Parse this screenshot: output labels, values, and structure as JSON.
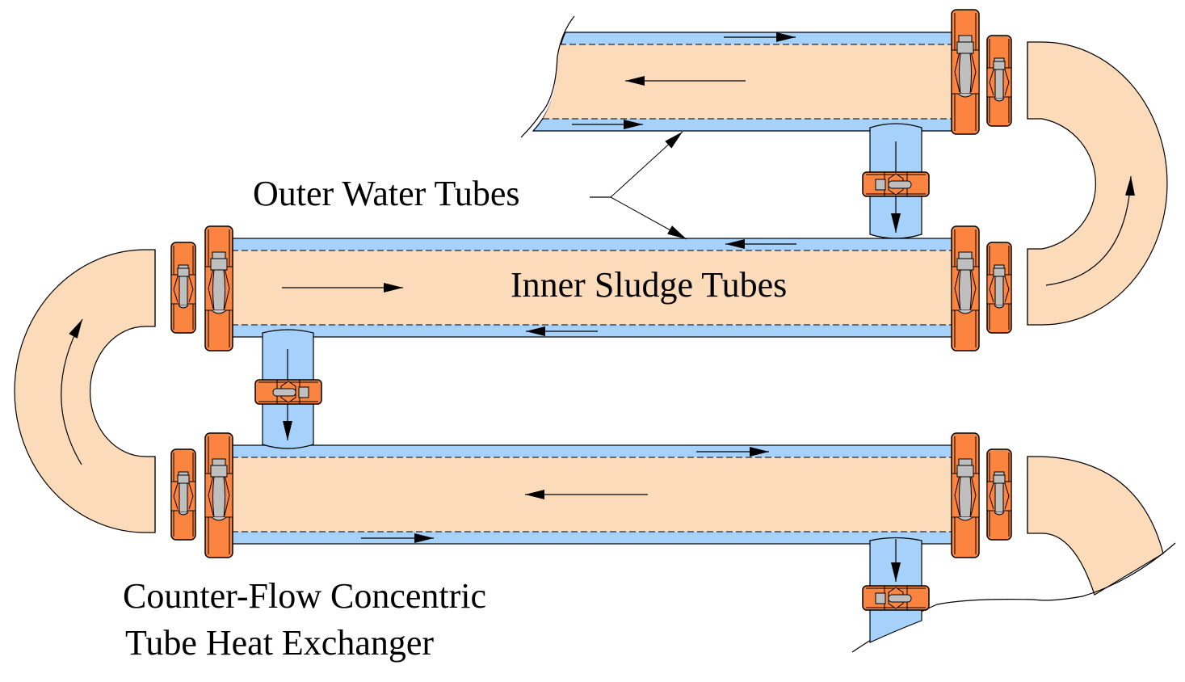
{
  "title": "Counter-Flow Concentric Tube Heat Exchanger",
  "labels": {
    "outer_tubes": "Outer Water Tubes",
    "inner_tubes": "Inner Sludge Tubes",
    "caption_line1": "Counter-Flow Concentric",
    "caption_line2": "Tube Heat Exchanger"
  },
  "colors": {
    "sludge": "#fcdbba",
    "water": "#a6d1fb",
    "coupling": "#fb8440",
    "bolt": "#bfbfbf",
    "outline": "#000000"
  },
  "pipes": [
    {
      "name": "top-pipe",
      "sludge_flow": "left",
      "water_flow": "right"
    },
    {
      "name": "middle-pipe",
      "sludge_flow": "right",
      "water_flow": "left"
    },
    {
      "name": "bottom-pipe",
      "sludge_flow": "left",
      "water_flow": "right"
    }
  ],
  "bends": [
    {
      "name": "right-u-bend",
      "flow": "up"
    },
    {
      "name": "left-u-bend",
      "flow": "up"
    }
  ],
  "water_connectors": [
    {
      "name": "top-right-connector",
      "flow": "down"
    },
    {
      "name": "middle-left-connector",
      "flow": "down"
    },
    {
      "name": "bottom-right-connector",
      "flow": "down"
    }
  ]
}
